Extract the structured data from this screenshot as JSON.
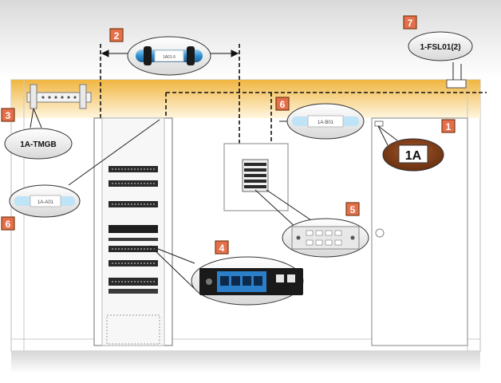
{
  "markers": [
    {
      "num": "1"
    },
    {
      "num": "2"
    },
    {
      "num": "3"
    },
    {
      "num": "4"
    },
    {
      "num": "5"
    },
    {
      "num": "6"
    },
    {
      "num": "6"
    },
    {
      "num": "7"
    }
  ],
  "callouts": {
    "room_label": "1A",
    "grounding_bar": "1A-TMGB",
    "fire_stop": "1-FSL01(2)",
    "rack_label": "1A-A01",
    "backboard_label": "1A-B01",
    "cable_label": "1A01-5"
  },
  "colors": {
    "marker_fill": "#e46f4a",
    "ceiling_gold": "#f0b540",
    "room_sign": "#7a3b12",
    "label_blue": "#2f8fd0",
    "patch_port": "#2b7fc9"
  }
}
